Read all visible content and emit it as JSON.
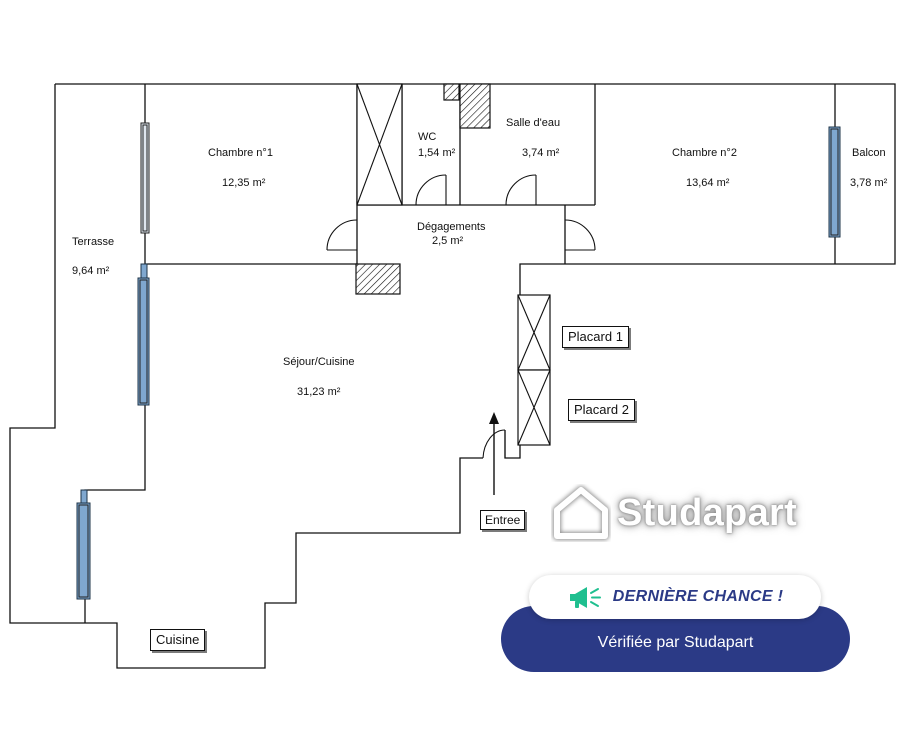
{
  "rooms": {
    "terrasse": {
      "name": "Terrasse",
      "area": "9,64  m²"
    },
    "chambre1": {
      "name": "Chambre n°1",
      "area": "12,35  m²"
    },
    "wc": {
      "name": "WC",
      "area": "1,54  m²"
    },
    "salle_eau": {
      "name": "Salle d'eau",
      "area": "3,74  m²"
    },
    "chambre2": {
      "name": "Chambre n°2",
      "area": "13,64  m²"
    },
    "balcon": {
      "name": "Balcon",
      "area": "3,78  m²"
    },
    "degagements": {
      "name": "Dégagements",
      "area": "2,5  m²"
    },
    "sejour": {
      "name": "Séjour/Cuisine",
      "area": "31,23  m²"
    }
  },
  "tags": {
    "placard1": "Placard 1",
    "placard2": "Placard 2",
    "entree": "Entree",
    "cuisine": "Cuisine"
  },
  "watermark": {
    "brand": "Studapart",
    "icon": "house-logo-icon"
  },
  "badges": {
    "chance": "DERNIÈRE CHANCE !",
    "chance_icon": "megaphone-icon",
    "verified": "Vérifiée par Studapart",
    "accent_color": "#2b3a86",
    "icon_color": "#1fbf8f"
  },
  "colors": {
    "wall": "#111111",
    "window_glass": "#7fa7cf"
  }
}
